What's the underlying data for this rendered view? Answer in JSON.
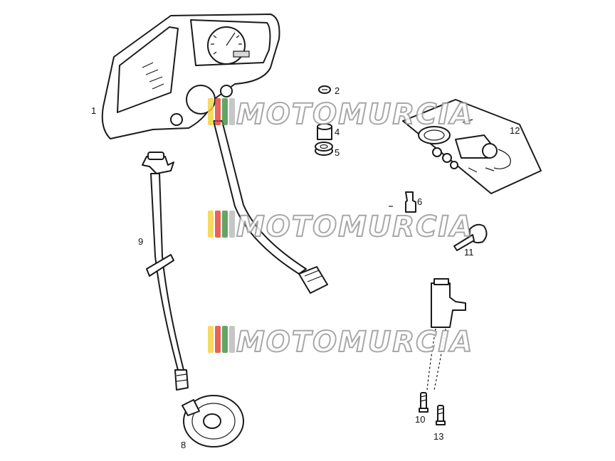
{
  "callouts": {
    "c1": "1",
    "c2": "2",
    "c4": "4",
    "c5": "5",
    "c6": "6",
    "c8": "8",
    "c9": "9",
    "c10": "10",
    "c11": "11",
    "c12": "12",
    "c13": "13"
  },
  "watermark": {
    "text": "MOTOMURCIA",
    "stripe_colors": [
      "#f2d13a",
      "#e23b2e",
      "#3d8f3d",
      "#b8b8b8"
    ]
  },
  "colors": {
    "line": "#1a1a1a",
    "background": "#ffffff",
    "watermark_outline": "#9a9a9a"
  }
}
